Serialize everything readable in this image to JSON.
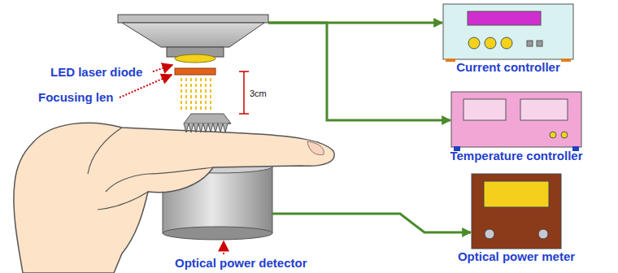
{
  "diagram": {
    "nodes": [
      {
        "text": [
          "LED laser diode"
        ]
      },
      {
        "text": [
          "Current controller"
        ]
      },
      {
        "text": [
          "Temperature controller"
        ]
      },
      {
        "text": [
          "Optical power detector"
        ]
      },
      {
        "text": [
          "Optical power meter"
        ]
      }
    ],
    "edges": [
      {
        "from": 0,
        "to": 1,
        "arrow": "to"
      },
      {
        "from": 0,
        "to": 2,
        "arrow": "to"
      },
      {
        "from": 3,
        "to": 4,
        "arrow": "to"
      }
    ],
    "labels": [
      "Focusing len",
      "3cm"
    ]
  }
}
